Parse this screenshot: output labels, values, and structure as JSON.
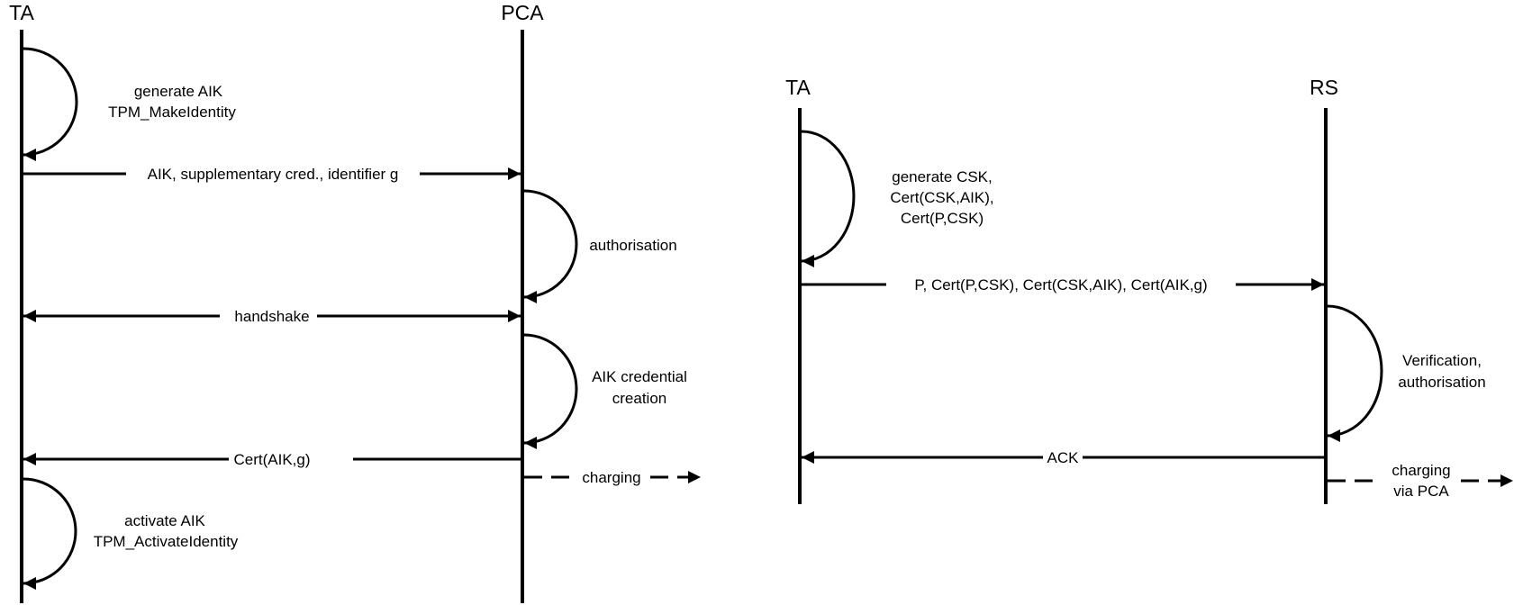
{
  "left_diagram": {
    "participants": {
      "ta": "TA",
      "pca": "PCA"
    },
    "self_steps": {
      "generate_aik": [
        "generate AIK",
        "TPM_MakeIdentity"
      ],
      "authorisation": [
        "authorisation"
      ],
      "aik_credential_creation": [
        "AIK credential",
        "creation"
      ],
      "activate_aik": [
        "activate AIK",
        "TPM_ActivateIdentity"
      ]
    },
    "messages": {
      "aik_request": "AIK, supplementary cred., identifier g",
      "handshake": "handshake",
      "cert_aik": "Cert(AIK,g)",
      "charging": "charging"
    }
  },
  "right_diagram": {
    "participants": {
      "ta": "TA",
      "rs": "RS"
    },
    "self_steps": {
      "generate_csk": [
        "generate CSK,",
        "Cert(CSK,AIK),",
        "Cert(P,CSK)"
      ],
      "verification": [
        "Verification,",
        "authorisation"
      ]
    },
    "messages": {
      "certs": "P, Cert(P,CSK), Cert(CSK,AIK), Cert(AIK,g)",
      "ack": "ACK",
      "charging": [
        "charging",
        "via PCA"
      ]
    }
  }
}
